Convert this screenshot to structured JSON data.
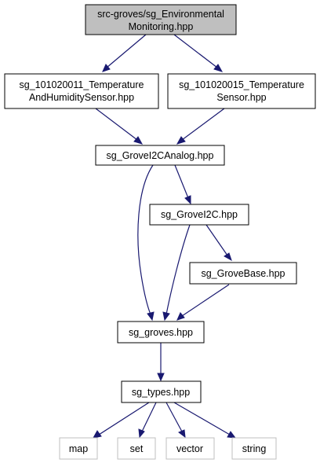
{
  "colors": {
    "edge": "#191970",
    "root_fill": "#bfbfbf",
    "node_border": "#000000",
    "external_border": "#bfbfbf"
  },
  "nodes": {
    "root": [
      "src-groves/sg_Environmental",
      "Monitoring.hpp"
    ],
    "temp_humidity": [
      "sg_101020011_Temperature",
      "AndHumiditySensor.hpp"
    ],
    "temp_sensor": [
      "sg_101020015_Temperature",
      "Sensor.hpp"
    ],
    "i2c_analog": [
      "sg_GroveI2CAnalog.hpp"
    ],
    "i2c": [
      "sg_GroveI2C.hpp"
    ],
    "grove_base": [
      "sg_GroveBase.hpp"
    ],
    "groves": [
      "sg_groves.hpp"
    ],
    "types": [
      "sg_types.hpp"
    ],
    "map": [
      "map"
    ],
    "set": [
      "set"
    ],
    "vector": [
      "vector"
    ],
    "string": [
      "string"
    ]
  }
}
